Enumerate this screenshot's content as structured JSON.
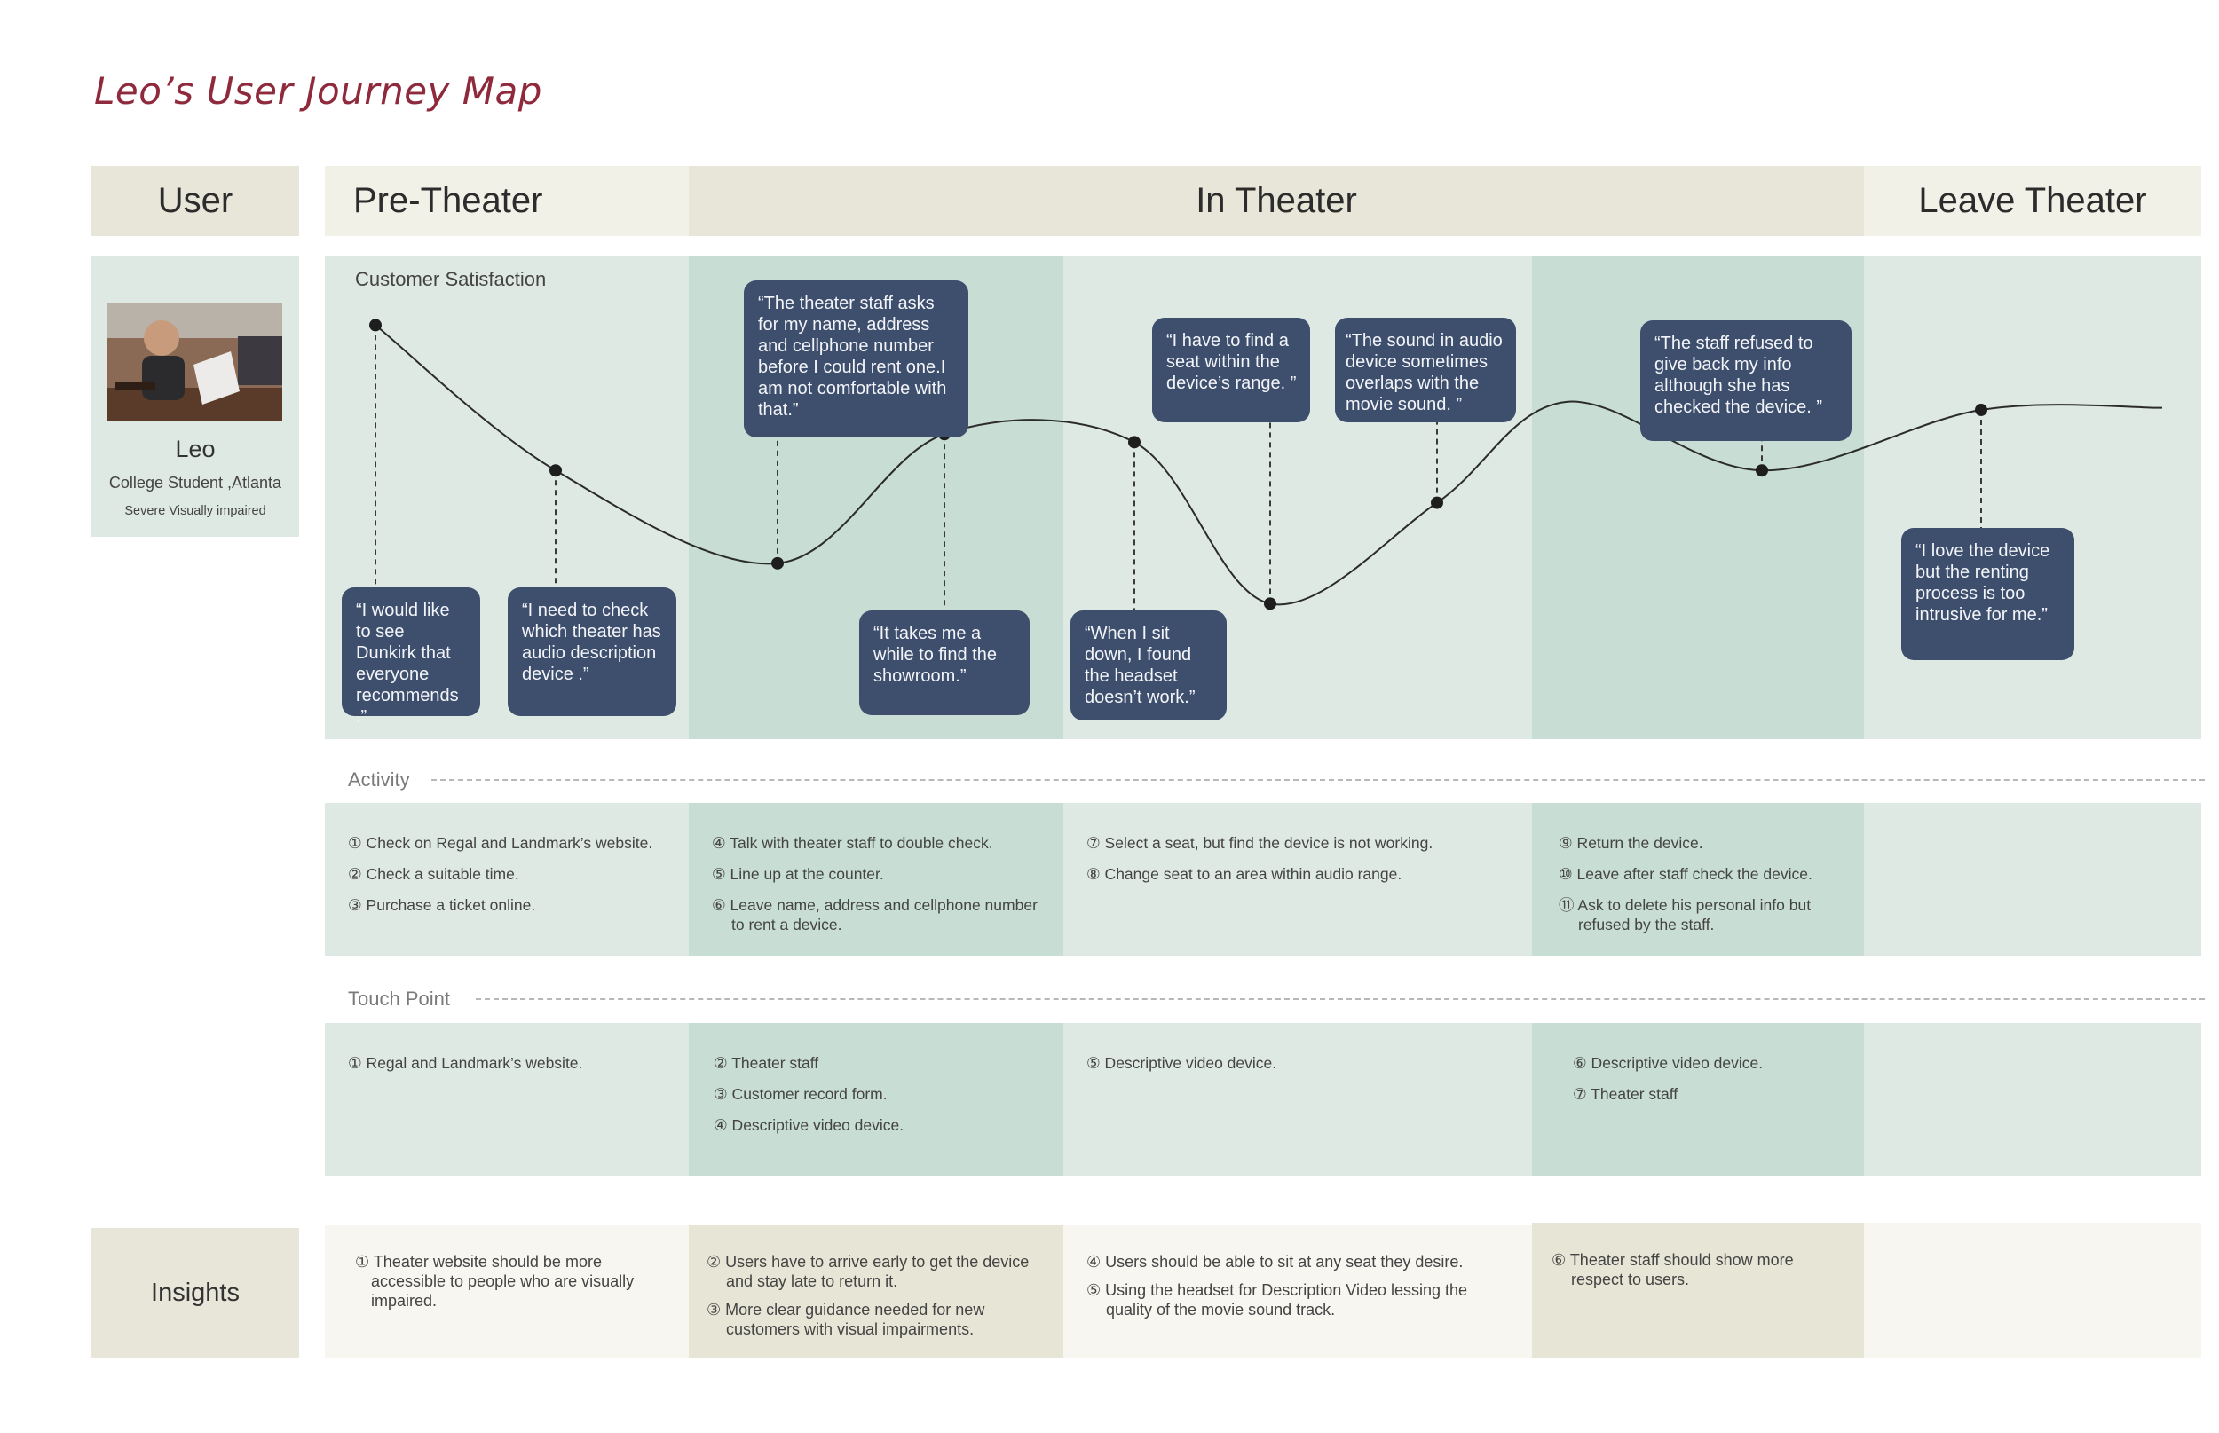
{
  "title": "Leo’s User Journey Map",
  "headers": {
    "user": "User",
    "pre_theater": "Pre-Theater",
    "in_theater": "In Theater",
    "leave_theater": "Leave Theater"
  },
  "user": {
    "name": "Leo",
    "role": "College Student ,Atlanta",
    "condition": "Severe Visually impaired"
  },
  "satisfaction_label": "Customer Satisfaction",
  "quotes": [
    "“I would like to see Dunkirk that everyone recommends .”",
    "“I need to check which theater has audio description device .”",
    "“The theater staff asks for my name, address and cellphone number before I could rent one.I am not comfortable with that.”",
    "“It takes me a while to find the showroom.”",
    "“When I sit down, I found the headset doesn’t work.”",
    "“I have to find a seat within the device’s range. ”",
    "“The sound in audio device sometimes overlaps with the movie sound. ”",
    "“The staff refused to give back my info although she has checked the device. ”",
    "“I love the device but the renting process is too intrusive for me.”"
  ],
  "activity_label": "Activity",
  "activity": [
    [
      "① Check on Regal and Landmark’s website.",
      "② Check a suitable time.",
      "③ Purchase a ticket online."
    ],
    [
      "④ Talk with theater staff to double check.",
      "⑤ Line up at the counter.",
      "⑥ Leave name, address and cellphone number to rent a device."
    ],
    [
      "⑦ Select a seat, but find the device is not working.",
      "⑧ Change seat to an area within audio range."
    ],
    [
      "⑨ Return the device.",
      "⑩ Leave after staff check the device.",
      "⑪ Ask to delete his personal info but refused by the staff."
    ],
    []
  ],
  "touch_label": "Touch Point",
  "touch": [
    [
      "① Regal and Landmark’s website."
    ],
    [
      "②  Theater staff",
      "③  Customer record form.",
      "④  Descriptive video device."
    ],
    [
      "⑤ Descriptive video device."
    ],
    [
      "⑥ Descriptive video device.",
      "⑦ Theater staff"
    ],
    []
  ],
  "insights_label": "Insights",
  "insights": [
    [
      "① Theater website should be more accessible to people who are visually impaired."
    ],
    [
      "② Users have to arrive early to get the device and stay late to return it.",
      "③ More clear guidance needed for new customers with visual impairments."
    ],
    [
      "④ Users should be able to sit at any seat they desire.",
      "⑤ Using the headset for Description Video lessing the quality of the movie sound track."
    ],
    [
      "⑥ Theater staff should show more respect to users."
    ],
    []
  ],
  "chart_data": {
    "type": "line",
    "series": [
      {
        "values": [
          0.92,
          0.56,
          0.33,
          0.65,
          0.63,
          0.23,
          0.48,
          0.56,
          0.71
        ]
      }
    ],
    "ylim": [
      0,
      1
    ]
  },
  "colors": {
    "title": "#8e2a3c",
    "bubble": "#3e4f6e",
    "header": "#e7e6d8",
    "light_panel": "#dfe9e3",
    "dark_panel": "#c8ddd4"
  }
}
